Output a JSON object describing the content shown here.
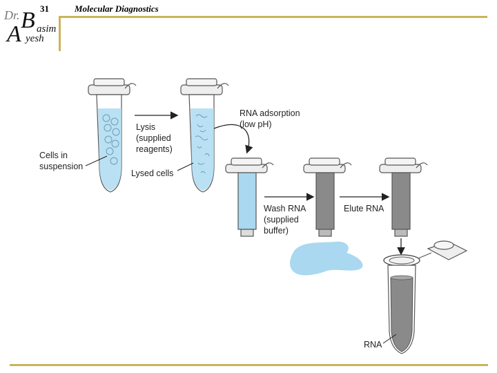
{
  "header": {
    "page_number": "31",
    "title": "Molecular Diagnostics"
  },
  "logo": {
    "text_dr": "Dr.",
    "text_b": "B",
    "text_asim": "asim",
    "text_a": "A",
    "text_yesh": "yesh"
  },
  "figure": {
    "labels": {
      "cells_in": "Cells in",
      "suspension": "suspension",
      "lysis": "Lysis",
      "supplied": "(supplied",
      "reagents": "reagents)",
      "lysed_cells": "Lysed cells",
      "rna_adsorption": "RNA adsorption",
      "low_ph": "(low pH)",
      "wash_rna": "Wash RNA",
      "supplied2": "(supplied",
      "buffer": "buffer)",
      "elute_rna": "Elute RNA",
      "rna": "RNA"
    }
  },
  "colors": {
    "accent_line": "#c9b45a",
    "liquid_blue": "#a9d8f0",
    "column_gray": "#8a8a8a",
    "tube_outline": "#555555"
  }
}
